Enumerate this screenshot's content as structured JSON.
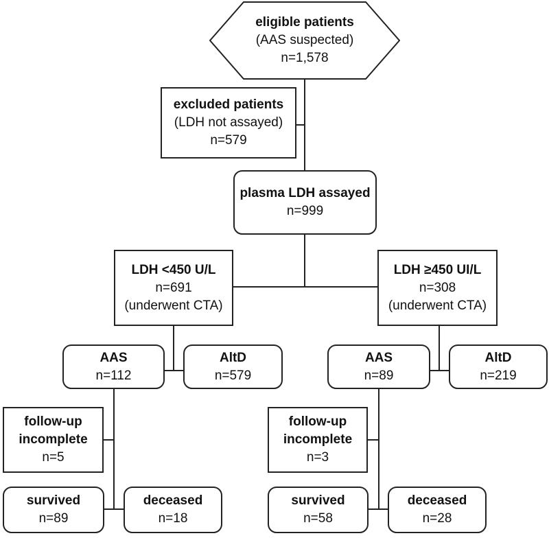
{
  "eligible": {
    "title": "eligible patients",
    "note": "(AAS suspected)",
    "count": "n=1,578"
  },
  "excluded": {
    "title": "excluded patients",
    "note": "(LDH not assayed)",
    "count": "n=579"
  },
  "assayed": {
    "title": "plasma LDH assayed",
    "count": "n=999"
  },
  "low_ldh": {
    "title": "LDH <450 U/L",
    "count": "n=691",
    "note": "(underwent CTA)"
  },
  "high_ldh": {
    "title": "LDH ≥450 UI/L",
    "count": "n=308",
    "note": "(underwent CTA)"
  },
  "low_aas": {
    "title": "AAS",
    "count": "n=112"
  },
  "low_altd": {
    "title": "AltD",
    "count": "n=579"
  },
  "high_aas": {
    "title": "AAS",
    "count": "n=89"
  },
  "high_altd": {
    "title": "AltD",
    "count": "n=219"
  },
  "low_followup": {
    "title_line1": "follow-up",
    "title_line2": "incomplete",
    "count": "n=5"
  },
  "high_followup": {
    "title_line1": "follow-up",
    "title_line2": "incomplete",
    "count": "n=3"
  },
  "low_survived": {
    "title": "survived",
    "count": "n=89"
  },
  "low_deceased": {
    "title": "deceased",
    "count": "n=18"
  },
  "high_survived": {
    "title": "survived",
    "count": "n=58"
  },
  "high_deceased": {
    "title": "deceased",
    "count": "n=28"
  }
}
